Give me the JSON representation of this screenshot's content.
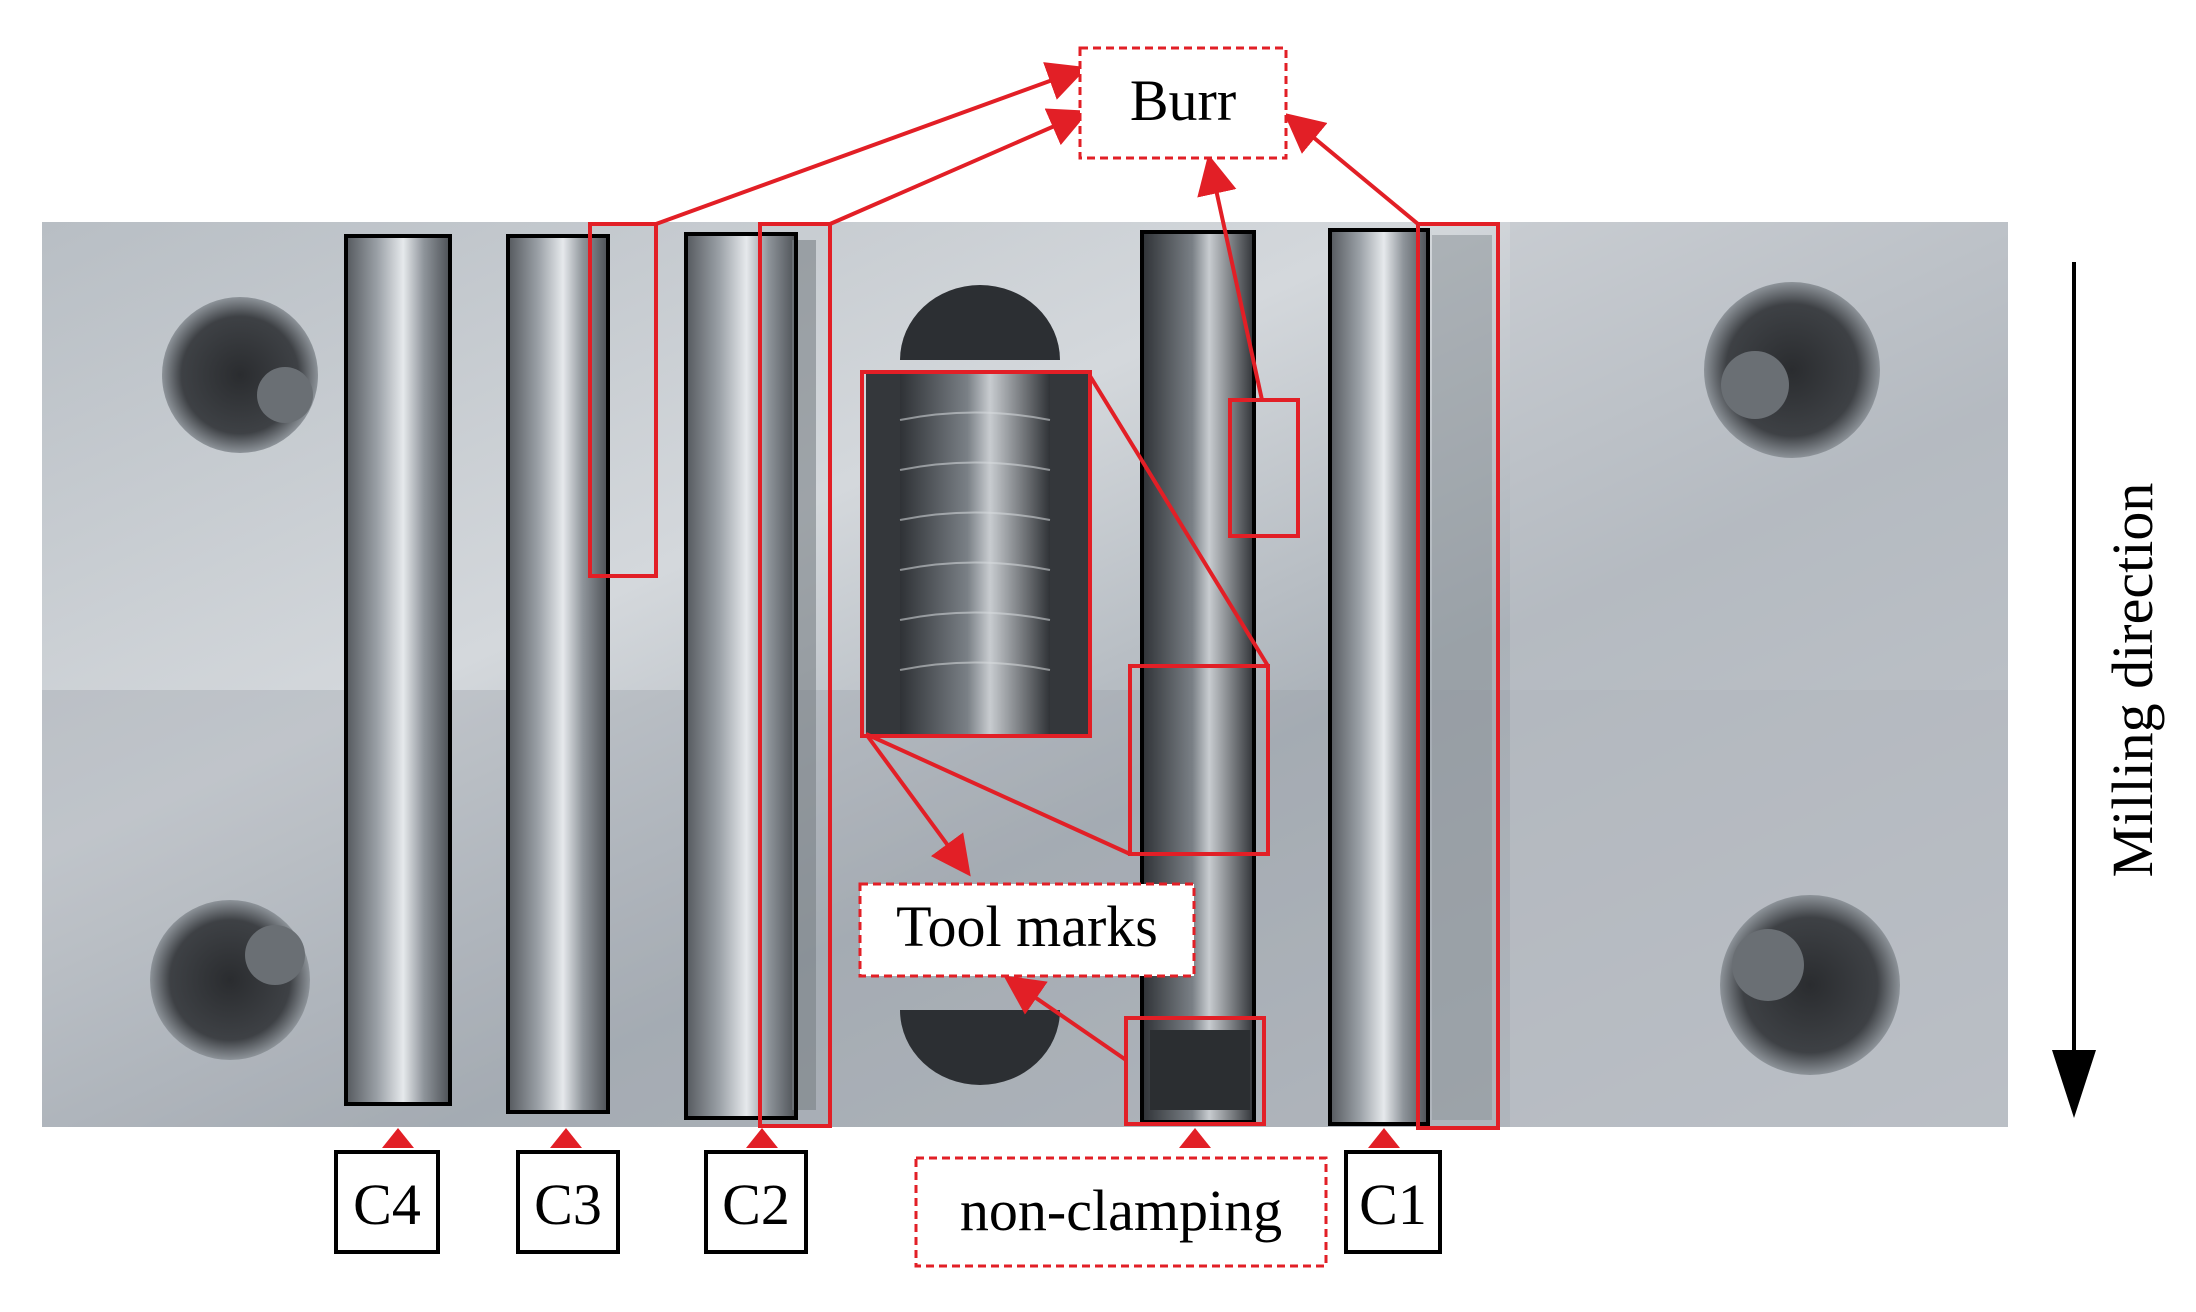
{
  "labels": {
    "burr": "Burr",
    "tool_marks": "Tool marks",
    "non_clamping": "non-clamping",
    "milling_direction": "Milling direction",
    "specimens": [
      {
        "id": "c4",
        "text": "C4"
      },
      {
        "id": "c3",
        "text": "C3"
      },
      {
        "id": "c2",
        "text": "C2"
      },
      {
        "id": "c1",
        "text": "C1"
      }
    ]
  },
  "colors": {
    "annotation_red": "#e21f26",
    "outline_black": "#000000",
    "metal_light": "#c9ced3",
    "metal_mid": "#a9b0b7",
    "metal_dark": "#5b6168"
  }
}
